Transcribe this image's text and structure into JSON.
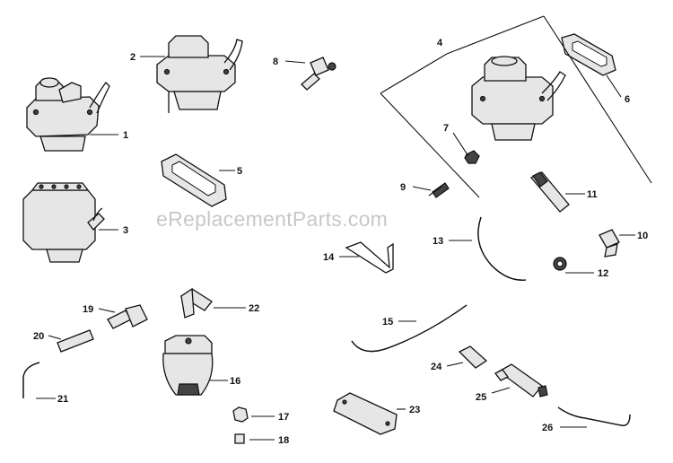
{
  "watermark": "eReplacementParts.com",
  "callouts": [
    {
      "id": "1",
      "label": "1"
    },
    {
      "id": "2",
      "label": "2"
    },
    {
      "id": "3",
      "label": "3"
    },
    {
      "id": "4",
      "label": "4"
    },
    {
      "id": "5",
      "label": "5"
    },
    {
      "id": "6",
      "label": "6"
    },
    {
      "id": "7",
      "label": "7"
    },
    {
      "id": "8",
      "label": "8"
    },
    {
      "id": "9",
      "label": "9"
    },
    {
      "id": "10",
      "label": "10"
    },
    {
      "id": "11",
      "label": "11"
    },
    {
      "id": "12",
      "label": "12"
    },
    {
      "id": "13",
      "label": "13"
    },
    {
      "id": "14",
      "label": "14"
    },
    {
      "id": "15",
      "label": "15"
    },
    {
      "id": "16",
      "label": "16"
    },
    {
      "id": "17",
      "label": "17"
    },
    {
      "id": "18",
      "label": "18"
    },
    {
      "id": "19",
      "label": "19"
    },
    {
      "id": "20",
      "label": "20"
    },
    {
      "id": "21",
      "label": "21"
    },
    {
      "id": "22",
      "label": "22"
    },
    {
      "id": "23",
      "label": "23"
    },
    {
      "id": "24",
      "label": "24"
    },
    {
      "id": "25",
      "label": "25"
    },
    {
      "id": "26",
      "label": "26"
    }
  ]
}
